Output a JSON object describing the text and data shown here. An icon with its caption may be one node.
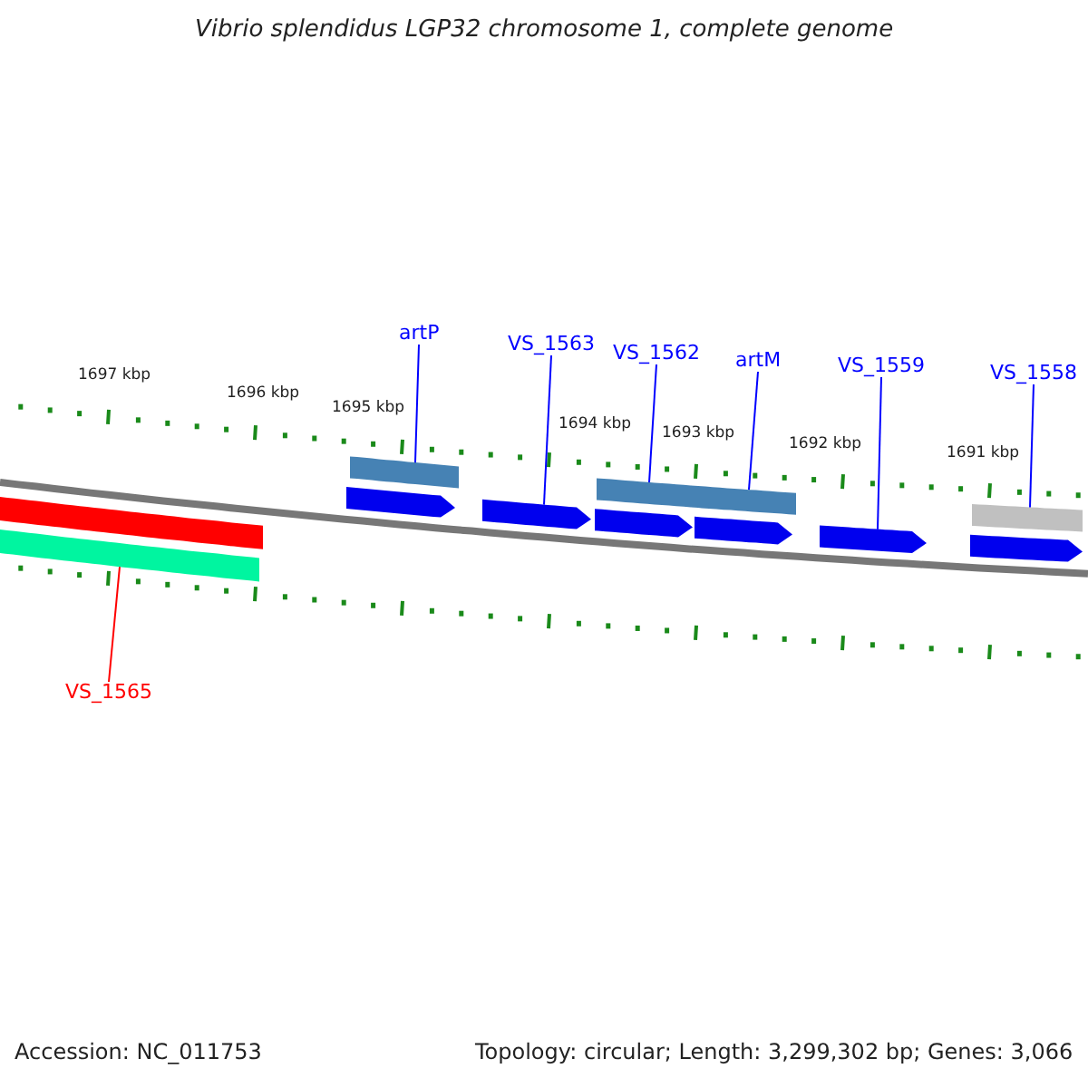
{
  "diagram": {
    "title": "Vibrio splendidus LGP32 chromosome 1, complete genome",
    "nodes": [
      {
        "text": [
          "artP"
        ]
      },
      {
        "text": [
          "VS_1563"
        ]
      },
      {
        "text": [
          "VS_1562"
        ]
      },
      {
        "text": [
          "artM"
        ]
      },
      {
        "text": [
          "VS_1559"
        ]
      },
      {
        "text": [
          "VS_1558"
        ]
      },
      {
        "text": [],
        "shape": "bar"
      },
      {
        "text": [],
        "shape": "arrow"
      },
      {
        "text": [],
        "shape": "bar"
      },
      {
        "text": [],
        "shape": "bar"
      },
      {
        "text": [],
        "shape": "arrow"
      },
      {
        "text": [],
        "shape": "bar"
      },
      {
        "text": [],
        "shape": "bar"
      },
      {
        "text": [
          "VS_1565"
        ]
      },
      {
        "text": [],
        "shape": "bar"
      },
      {
        "text": [],
        "shape": "arrow"
      },
      {
        "text": [],
        "shape": "arrow"
      },
      {
        "text": [],
        "shape": "arrow"
      },
      {
        "text": [],
        "shape": "arrow"
      }
    ],
    "edges": [
      {
        "from": 0,
        "to": 6,
        "arrow": "none"
      },
      {
        "from": 1,
        "to": 7,
        "arrow": "none"
      },
      {
        "from": 2,
        "to": 8,
        "arrow": "none"
      },
      {
        "from": 3,
        "to": 9,
        "arrow": "none"
      },
      {
        "from": 4,
        "to": 10,
        "arrow": "none"
      },
      {
        "from": 5,
        "to": 11,
        "arrow": "none"
      },
      {
        "from": 13,
        "to": 12,
        "arrow": "none",
        "color": "#ff0000"
      }
    ],
    "labels": [
      "1697 kbp",
      "1696 kbp",
      "1695 kbp",
      "1694 kbp",
      "1693 kbp",
      "1692 kbp",
      "1691 kbp",
      "Accession: NC_011753",
      "Topology: circular; Length: 3,299,302 bp; Genes: 3,066"
    ]
  }
}
